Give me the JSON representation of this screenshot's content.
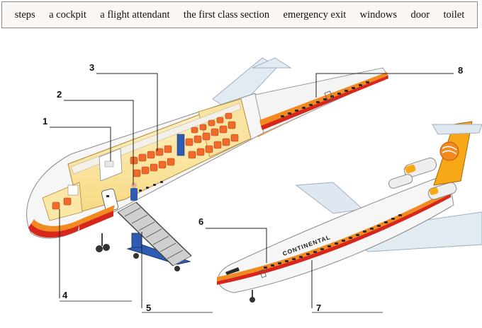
{
  "word_bank": [
    "steps",
    "a cockpit",
    "a flight attendant",
    "the first class section",
    "emergency exit",
    "windows",
    "door",
    "toilet"
  ],
  "labels": [
    "1",
    "2",
    "3",
    "4",
    "5",
    "6",
    "7",
    "8"
  ],
  "livery_text": "CONTINENTAL",
  "colors": {
    "fuselage": "#f6f6f6",
    "stripe_orange": "#f28a1f",
    "stripe_red": "#d7261c",
    "seat_orange": "#f06a2a",
    "cabin_yellow": "#fbe7a6",
    "wing_blue": "#dfe8f0",
    "stair_truck_blue": "#2f5bb0",
    "tail_yellow": "#f7a817"
  }
}
